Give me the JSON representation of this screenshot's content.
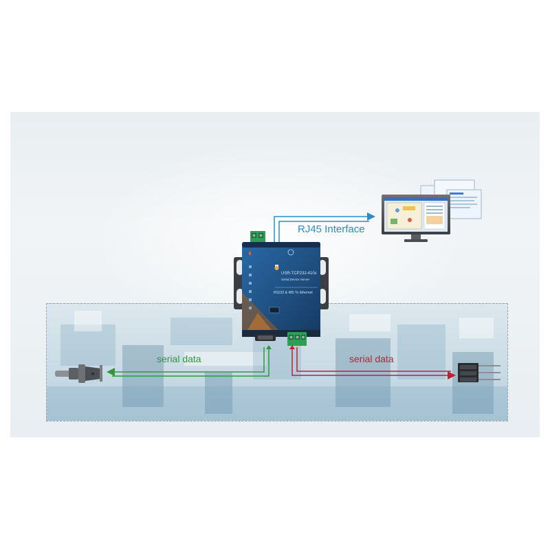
{
  "diagram": {
    "rj45_label": "RJ45 Interface",
    "serial_label_left": "serial data",
    "serial_label_right": "serial data",
    "device": {
      "model": "USR-TCP232-410s",
      "subtitle": "Serial Device Server",
      "description": "RS232 & 485 To Ethernet"
    },
    "colors": {
      "rj45": "#2e8cc4",
      "serial_left": "#2d9a3a",
      "serial_right": "#b8242f",
      "device_body": "#1f4f80"
    }
  }
}
